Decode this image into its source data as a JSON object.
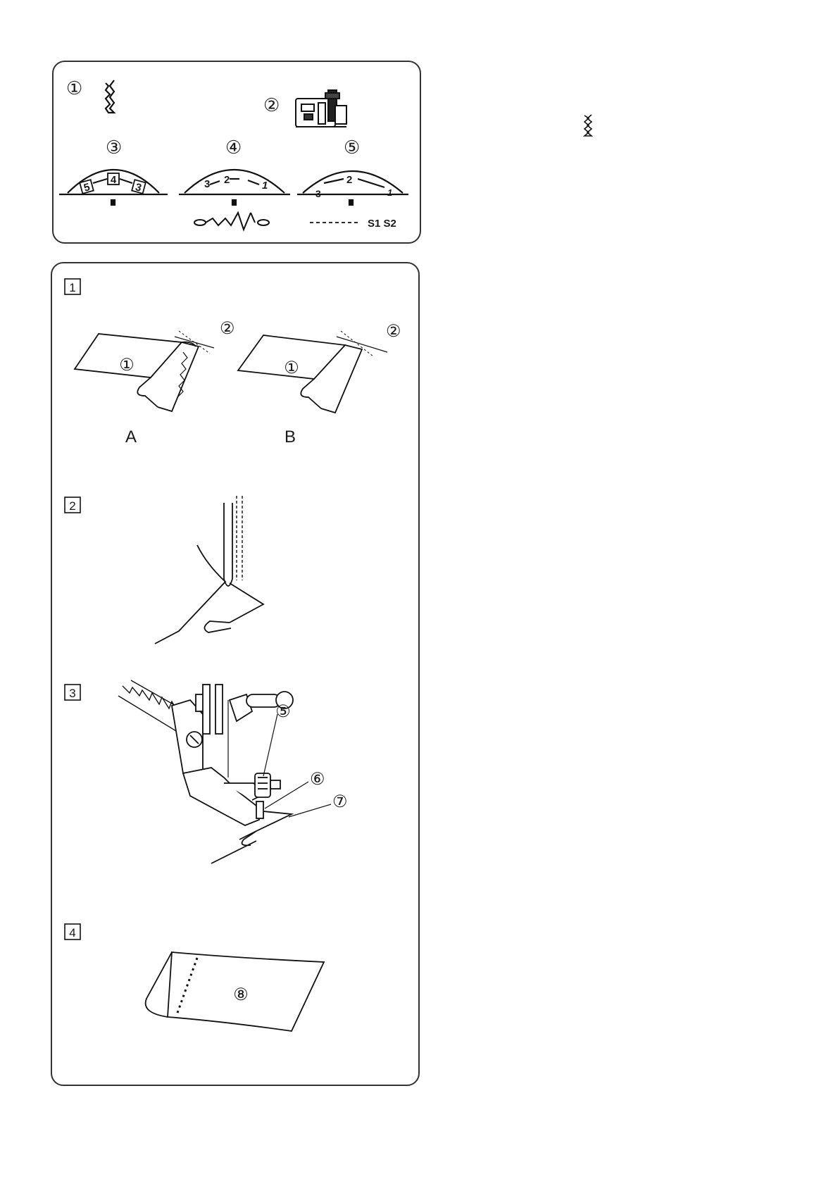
{
  "settings": {
    "labels": [
      "①",
      "②",
      "③",
      "④",
      "⑤"
    ],
    "dial3": {
      "values": [
        "5",
        "4",
        "3"
      ]
    },
    "dial4": {
      "values": [
        "3",
        "2",
        "1"
      ]
    },
    "dial5": {
      "values": [
        "3",
        "2",
        "1"
      ]
    },
    "feed_label": "S1 S2"
  },
  "steps": {
    "step_numbers": [
      "1",
      "2",
      "3",
      "4"
    ],
    "fig1": {
      "left_callouts": [
        "①",
        "②"
      ],
      "right_callouts": [
        "①",
        "②"
      ],
      "label_a": "A",
      "label_b": "B"
    },
    "fig3": {
      "callouts": [
        "⑤",
        "⑥",
        "⑦"
      ]
    },
    "fig4": {
      "callouts": [
        "⑧"
      ]
    }
  },
  "icons": [
    "blind-hem-stitch-icon",
    "blind-hem-foot-icon",
    "needle-icon",
    "presser-foot-icon"
  ]
}
